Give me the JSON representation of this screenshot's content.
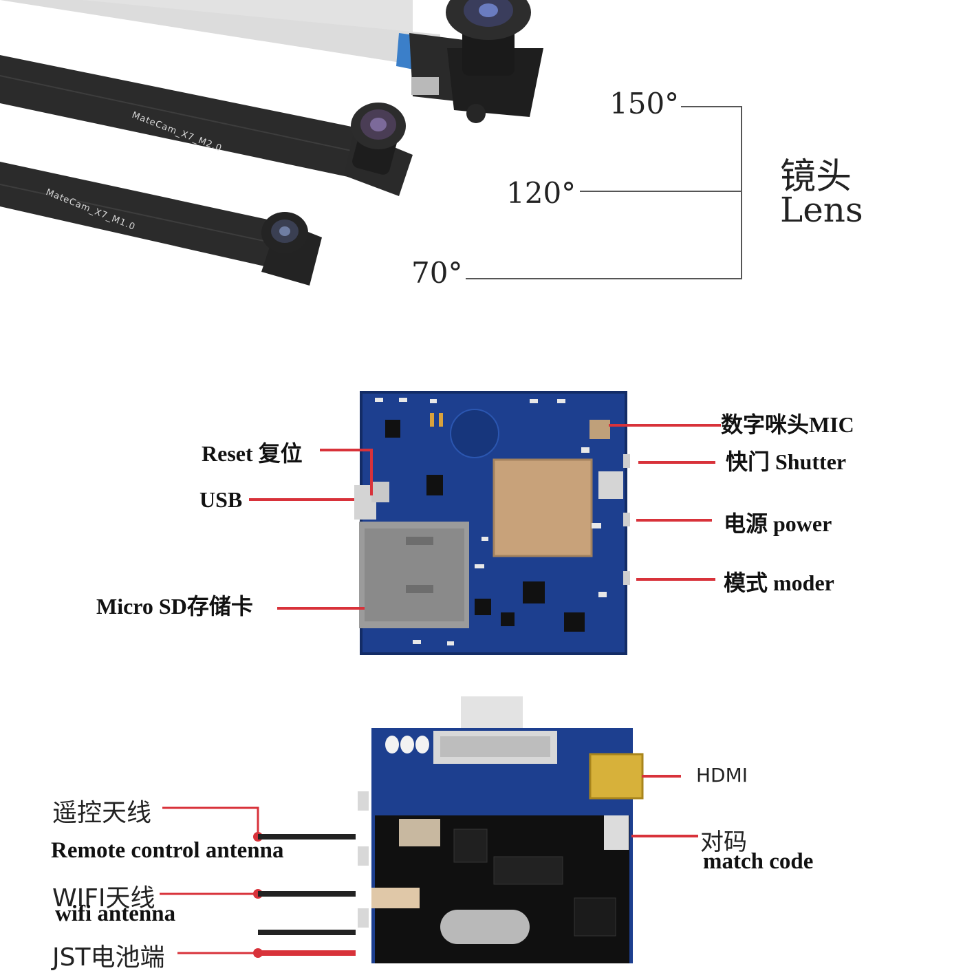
{
  "lens_section": {
    "angles": [
      "150°",
      "120°",
      "70°"
    ],
    "title_cn": "镜头",
    "title_en": "Lens",
    "cable_labels": [
      "MateCam_X7_M2.0",
      "MateCam_X7_M1.0"
    ]
  },
  "board1": {
    "labels": {
      "reset": "Reset 复位",
      "usb": "USB",
      "microsd": "Micro SD存储卡",
      "mic": "数字咪头MIC",
      "shutter": "快门 Shutter",
      "power": "电源 power",
      "mode": "模式 moder"
    }
  },
  "board2": {
    "labels": {
      "hdmi": "HDMI",
      "remote_cn": "遥控天线",
      "remote_en": "Remote control antenna",
      "wifi_cn": "WIFI天线",
      "wifi_en": "wifi antenna",
      "jst": "JST电池端",
      "match_cn": "对码",
      "match_en": "match code"
    }
  },
  "colors": {
    "pcb_blue": "#1d3f8f",
    "leader_red": "#d8323a",
    "gold_chip": "#c8a27a",
    "lens_line": "#555555"
  }
}
